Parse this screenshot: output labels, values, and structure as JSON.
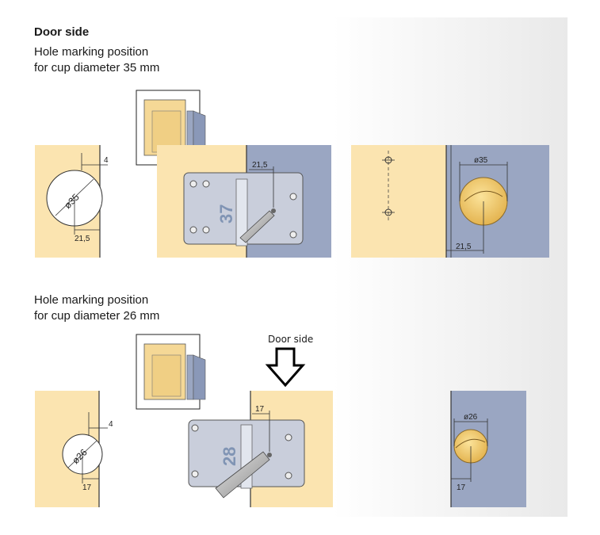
{
  "section1": {
    "heading": "Door side",
    "title_line1": "Hole marking position",
    "title_line2": "for cup diameter 35 mm",
    "dim_offset": "4",
    "dim_edge": "21,5",
    "cup_label": "ø35",
    "template_number": "37",
    "template_dim": "21,5",
    "right_cup_label": "ø35",
    "right_dim": "21,5"
  },
  "section2": {
    "title_line1": "Hole marking position",
    "title_line2": "for cup diameter 26 mm",
    "dim_offset": "4",
    "dim_edge": "17",
    "cup_label": "ø26",
    "template_number": "28",
    "template_dim": "17",
    "right_cup_label": "ø26",
    "right_dim": "17"
  },
  "annotation": {
    "label": "Door side",
    "arrow_icon": "down-arrow-icon"
  },
  "colors": {
    "wood": "#fbe4b0",
    "door_blue": "#9aa6c2",
    "template": "#c9cedb",
    "cup": "#f0c868"
  }
}
